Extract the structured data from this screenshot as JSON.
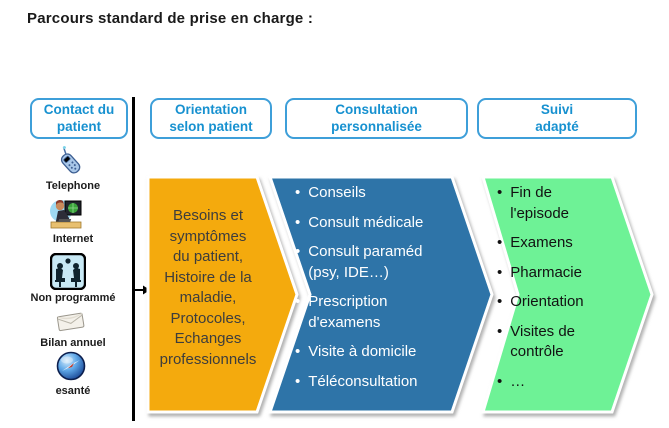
{
  "title": "Parcours standard de prise en charge :",
  "colors": {
    "header_border_blue": "#3E9FD9",
    "header_text_blue": "#1791D0",
    "stage_orange": "#F4AA0D",
    "stage_blue": "#2E74A8",
    "stage_green": "#6EF296"
  },
  "headers": [
    {
      "label": "Contact du\npatient"
    },
    {
      "label": "Orientation\nselon patient"
    },
    {
      "label": "Consultation\npersonnalisée"
    },
    {
      "label": "Suivi\nadapté"
    }
  ],
  "contact_channels": [
    {
      "icon": "telephone-icon",
      "label": "Telephone"
    },
    {
      "icon": "internet-icon",
      "label": "Internet"
    },
    {
      "icon": "waiting-patients-icon",
      "label": "Non programmé"
    },
    {
      "icon": "letter-icon",
      "label": "Bilan annuel"
    },
    {
      "icon": "esante-compass-icon",
      "label": "esanté"
    }
  ],
  "stages": {
    "orientation": {
      "text": "Besoins et\nsymptômes\ndu patient,\nHistoire de la\nmaladie,\nProtocoles,\nEchanges\nprofessionnels"
    },
    "consultation": {
      "items": [
        "Conseils",
        "Consult médicale",
        "Consult paraméd\n(psy, IDE…)",
        "Prescription\nd'examens",
        "Visite à domicile",
        "Téléconsultation"
      ]
    },
    "suivi": {
      "items": [
        "Fin de\nl'episode",
        "Examens",
        "Pharmacie",
        "Orientation",
        "Visites de\ncontrôle",
        "…"
      ]
    }
  }
}
